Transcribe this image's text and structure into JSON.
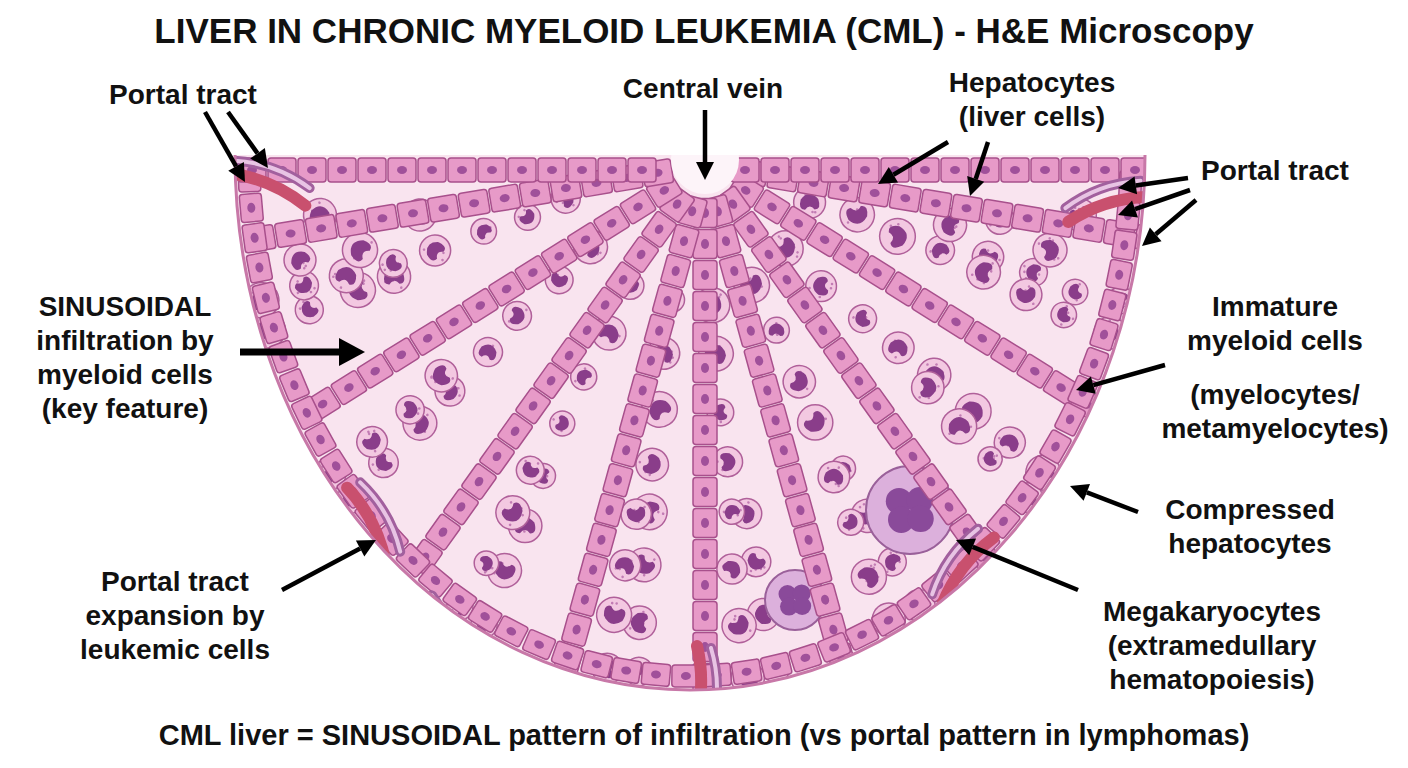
{
  "diagram": {
    "title": "LIVER IN CHRONIC MYELOID LEUKEMIA (CML) - H&E Microscopy",
    "caption": "CML liver = SINUSOIDAL pattern of infiltration (vs portal pattern in lymphomas)",
    "labels": [
      "Portal tract",
      "Central vein",
      "Hepatocytes (liver cells)",
      "Portal tract",
      "SINUSOIDAL infiltration by myeloid cells (key feature)",
      "Immature myeloid cells",
      "(myelocytes/ metamyelocytes)",
      "Compressed hepatocytes",
      "Portal tract expansion by leukemic cells",
      "Megakaryocytes (extramedullary hematopoiesis)"
    ]
  }
}
